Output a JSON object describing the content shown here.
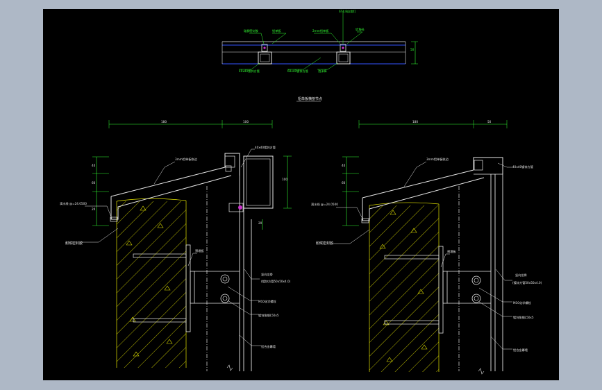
{
  "colors": {
    "frame_background": "#aeb8c6",
    "canvas_background": "#000000",
    "line_white": "#e8e8e8",
    "line_green": "#33ff33",
    "line_blue": "#3355ff",
    "line_magenta": "#cc33cc",
    "hatch_yellow": "#e6e600"
  },
  "plan_view": {
    "label_top_1": "硅酮密封胶",
    "label_top_2": "铝单板",
    "label_top_3": "2mm铝单板",
    "label_top_4": "ST4.8自攻钉",
    "label_top_5": "铝角码",
    "label_bottom_1": "40x40镀锌方管",
    "label_bottom_2": "60x40镀锌方管",
    "label_bottom_3": "泡沫棒",
    "dim_right": "50",
    "caption": "铝单板横剖节点"
  },
  "detail_left": {
    "dim_top_1": "180",
    "dim_top_2": "100",
    "dim_side_1": "40",
    "dim_side_2": "60",
    "dim_side_3": "20",
    "dim_right_1": "100",
    "dim_right_2": "20",
    "label_tube": "40x40镀锌方管",
    "label_panel": "3mm铝单板收边",
    "label_drip": "滴水线 @=24.0500",
    "label_seal": "耐候密封胶",
    "label_plate": "预埋板",
    "label_keel_1": "竖向龙骨",
    "label_keel_2": "(镀锌方管50x50x4.0)",
    "label_bolt": "M10化学螺栓",
    "label_angle": "镀锌角钢L50x5",
    "label_facade": "铝合金幕墙"
  },
  "detail_right": {
    "dim_top_1": "180",
    "dim_top_2": "50",
    "dim_side_1": "40",
    "dim_side_2": "60",
    "label_tube": "40x40镀锌方管",
    "label_panel": "3mm铝单板收边",
    "label_drip": "滴水线 @=24.0500",
    "label_seal": "耐候密封胶",
    "label_plate": "预埋板",
    "label_keel_1": "竖向龙骨",
    "label_keel_2": "(镀锌方管50x50x4.0)",
    "label_bolt": "M10化学螺栓",
    "label_angle": "镀锌角钢L50x5",
    "label_facade": "铝合金幕墙"
  }
}
